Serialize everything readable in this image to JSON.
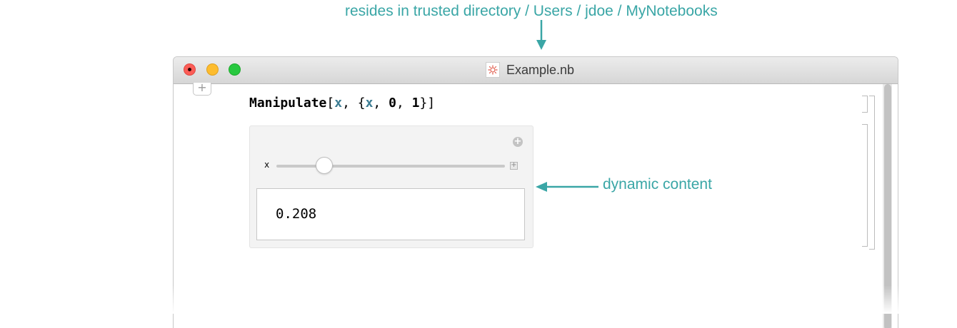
{
  "annotations": {
    "top": "resides in trusted directory / Users / jdoe / MyNotebooks",
    "side": "dynamic content"
  },
  "window": {
    "title": "Example.nb",
    "icon": "notebook-document-icon"
  },
  "input": {
    "function": "Manipulate",
    "open": "[",
    "var": "x",
    "sep": ", {",
    "var2": "x",
    "sep2": ", ",
    "min": "0",
    "sep3": ", ",
    "max": "1",
    "close": "}]"
  },
  "manipulate": {
    "control_label": "x",
    "slider_value": 0.208,
    "slider_min": 0,
    "slider_max": 1,
    "output": "0.208"
  },
  "colors": {
    "annotation": "#3aa6a6",
    "variable": "#3d7d93"
  }
}
